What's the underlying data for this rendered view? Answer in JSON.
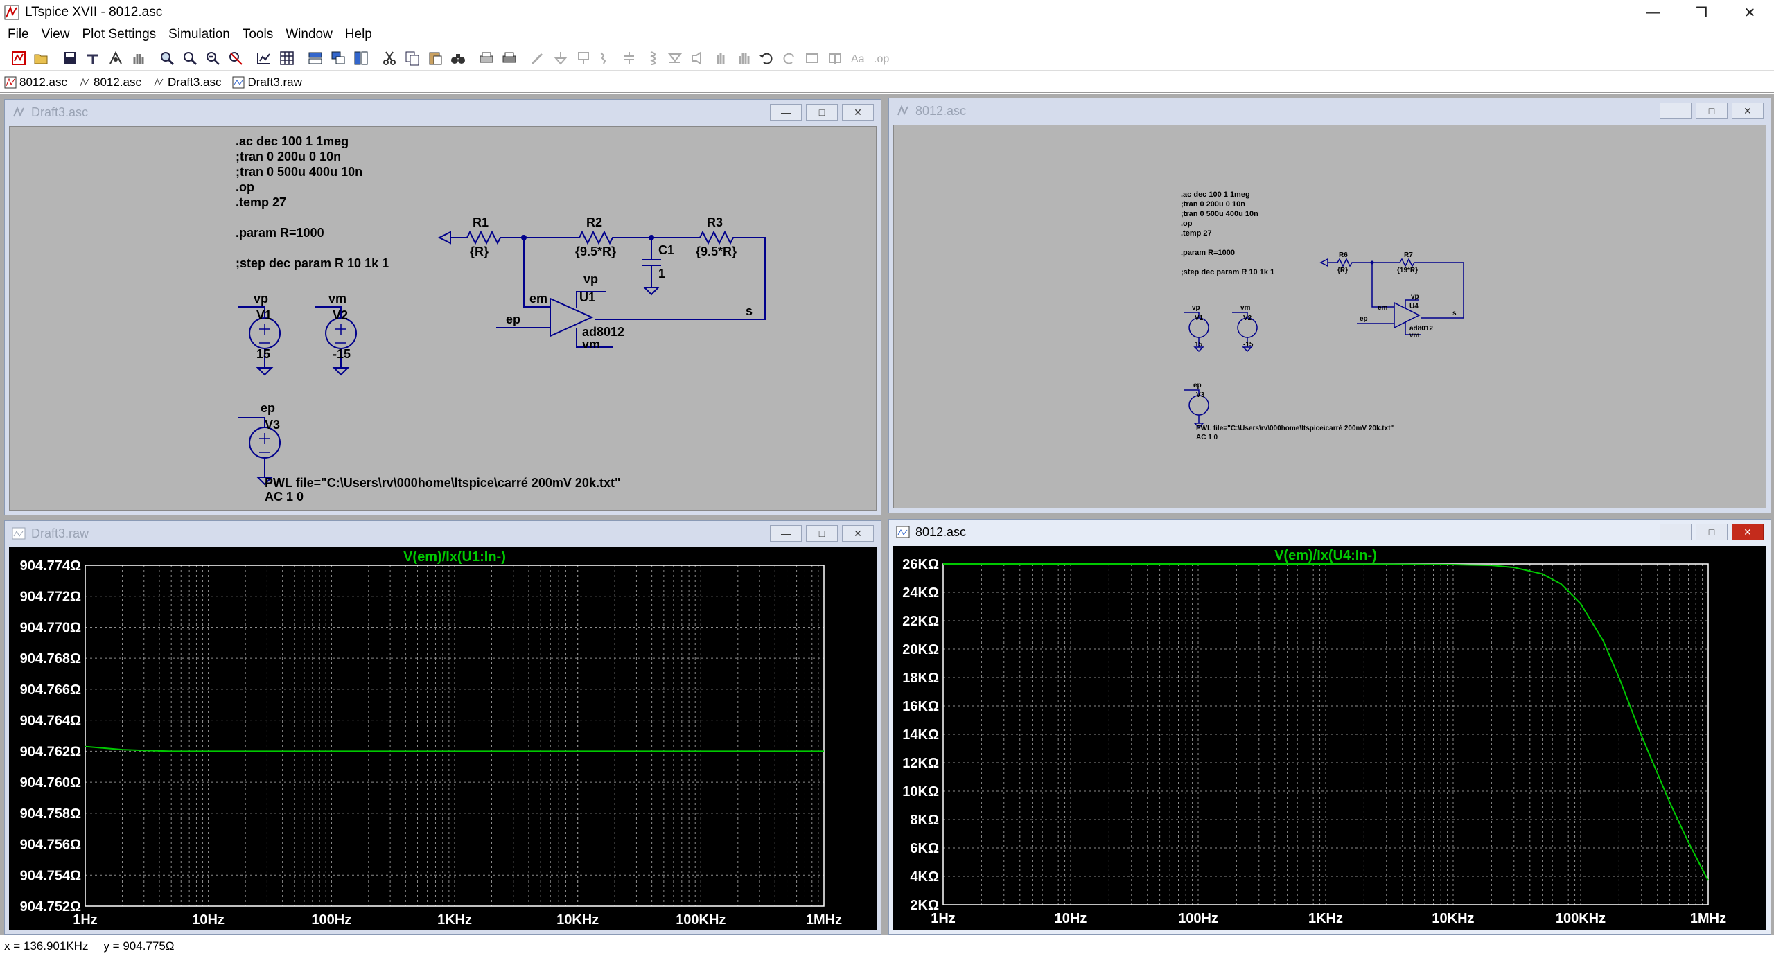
{
  "app": {
    "title": "LTspice XVII - 8012.asc",
    "window_controls": [
      "minimize-icon",
      "restore-icon",
      "close-icon"
    ]
  },
  "menu": [
    "File",
    "View",
    "Plot Settings",
    "Simulation",
    "Tools",
    "Window",
    "Help"
  ],
  "tabs": [
    {
      "label": "8012.asc",
      "icon": "schematic-icon"
    },
    {
      "label": "8012.asc",
      "icon": "schematic-icon"
    },
    {
      "label": "Draft3.asc",
      "icon": "schematic-icon"
    },
    {
      "label": "Draft3.raw",
      "icon": "waveform-icon"
    }
  ],
  "windows": {
    "draft3_asc": {
      "title": "Draft3.asc"
    },
    "w8012_asc": {
      "title": "8012.asc"
    },
    "draft3_raw": {
      "title": "Draft3.raw"
    },
    "w8012_plot": {
      "title": "8012.asc"
    }
  },
  "schematic1": {
    "directives": [
      ".ac dec 100 1 1meg",
      ";tran 0 200u 0 10n",
      ";tran 0 500u 400u 10n",
      ".op",
      ".temp 27",
      "",
      ".param R=1000",
      "",
      ";step dec param R 10 1k 1"
    ],
    "R1": "R1",
    "R1_val": "{R}",
    "R2": "R2",
    "R2_val": "{9.5*R}",
    "R3": "R3",
    "R3_val": "{9.5*R}",
    "C1": "C1",
    "C1_val": "1",
    "U1": "U1",
    "U1_model": "ad8012",
    "vp": "vp",
    "vm": "vm",
    "em": "em",
    "ep": "ep",
    "s": "s",
    "V1": "V1",
    "V1_val": "15",
    "V2": "V2",
    "V2_val": "-15",
    "V3": "V3",
    "V3_val1": "PWL file=\"C:\\Users\\rv\\000home\\ltspice\\carré 200mV 20k.txt\"",
    "V3_val2": "AC 1 0"
  },
  "schematic2": {
    "directives": [
      ".ac dec 100 1 1meg",
      ";tran 0 200u 0 10n",
      ";tran 0 500u 400u 10n",
      ".op",
      ".temp 27",
      "",
      ".param R=1000",
      "",
      ";step dec param R 10 1k 1"
    ],
    "R6": "R6",
    "R6_val": "{R}",
    "R7": "R7",
    "R7_val": "{19*R}",
    "U4": "U4",
    "U4_model": "ad8012",
    "vp": "vp",
    "vm": "vm",
    "em": "em",
    "ep": "ep",
    "s": "s",
    "V1": "V1",
    "V1_val": "15",
    "V2": "V2",
    "V2_val": "-15",
    "V3": "V3",
    "V3_val1": "PWL file=\"C:\\Users\\rv\\000home\\ltspice\\carré 200mV 20k.txt\"",
    "V3_val2": "AC 1 0"
  },
  "chart_data": [
    {
      "type": "line",
      "title": "V(em)/Ix(U1:In-)",
      "x_scale": "log",
      "x_ticks": [
        "1Hz",
        "10Hz",
        "100Hz",
        "1KHz",
        "10KHz",
        "100KHz",
        "1MHz"
      ],
      "y_ticks": [
        "904.774Ω",
        "904.772Ω",
        "904.770Ω",
        "904.768Ω",
        "904.766Ω",
        "904.764Ω",
        "904.762Ω",
        "904.760Ω",
        "904.758Ω",
        "904.756Ω",
        "904.754Ω",
        "904.752Ω"
      ],
      "ylim": [
        904.752,
        904.774
      ],
      "xlim": [
        1,
        1000000
      ],
      "grid": true,
      "color": "#00c800",
      "series": [
        {
          "x": [
            1,
            2,
            3,
            5,
            10,
            100,
            1000,
            10000,
            100000,
            1000000
          ],
          "y": [
            904.7623,
            904.7621,
            904.76205,
            904.762,
            904.762,
            904.762,
            904.762,
            904.762,
            904.762,
            904.762
          ]
        }
      ]
    },
    {
      "type": "line",
      "title": "V(em)/Ix(U4:In-)",
      "x_scale": "log",
      "x_ticks": [
        "1Hz",
        "10Hz",
        "100Hz",
        "1KHz",
        "10KHz",
        "100KHz",
        "1MHz"
      ],
      "y_ticks": [
        "26KΩ",
        "24KΩ",
        "22KΩ",
        "20KΩ",
        "18KΩ",
        "16KΩ",
        "14KΩ",
        "12KΩ",
        "10KΩ",
        "8KΩ",
        "6KΩ",
        "4KΩ",
        "2KΩ"
      ],
      "ylim": [
        2000,
        26000
      ],
      "xlim": [
        1,
        1000000
      ],
      "grid": true,
      "color": "#00c800",
      "series": [
        {
          "x": [
            1,
            1000,
            10000,
            20000,
            30000,
            50000,
            70000,
            100000,
            150000,
            200000,
            300000,
            500000,
            700000,
            1000000
          ],
          "y": [
            26000,
            26000,
            25950,
            25900,
            25750,
            25300,
            24600,
            23200,
            20600,
            18000,
            13900,
            9200,
            6400,
            3700
          ]
        }
      ]
    }
  ],
  "status": {
    "x": "x = 136.901KHz",
    "y": "y = 904.775Ω"
  }
}
